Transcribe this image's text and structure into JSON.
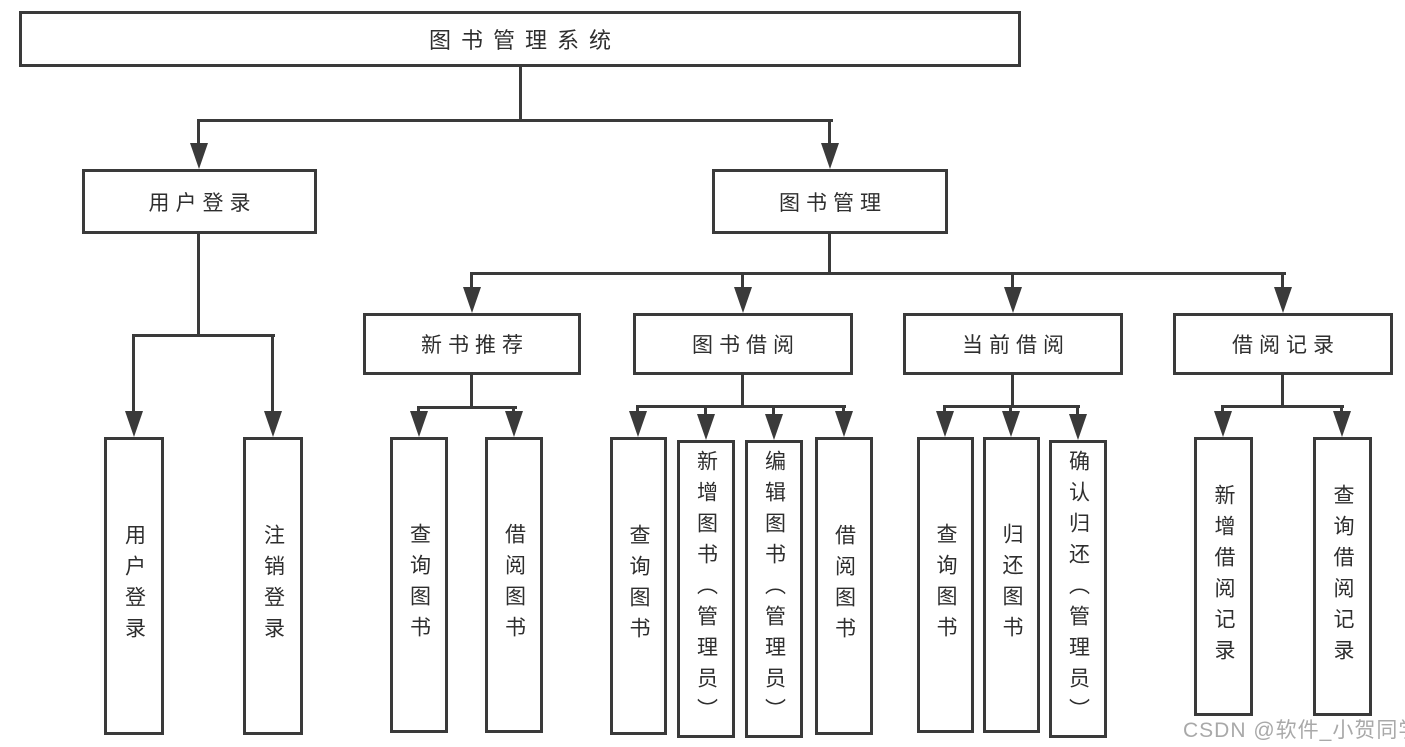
{
  "title": "图书管理系统",
  "watermark": "CSDN @软件_小贺同学",
  "colors": {
    "line": "#3a3a3a",
    "box_border": "#3a3a3a",
    "text": "#2e2e2e",
    "background": "#ffffff",
    "watermark": "#a9a9a9"
  },
  "nodes": {
    "root": {
      "label": "图书管理系统"
    },
    "user_login": {
      "label": "用户登录"
    },
    "book_mgmt": {
      "label": "图书管理"
    },
    "new_book_rec": {
      "label": "新书推荐"
    },
    "book_borrow": {
      "label": "图书借阅"
    },
    "current_borrow": {
      "label": "当前借阅"
    },
    "borrow_record": {
      "label": "借阅记录"
    },
    "leaf_user_login": {
      "label": "用户登录"
    },
    "leaf_logout": {
      "label": "注销登录"
    },
    "leaf_query_book_rec": {
      "label": "查询图书"
    },
    "leaf_borrow_book_rec": {
      "label": "借阅图书"
    },
    "leaf_query_book_borrow": {
      "label": "查询图书"
    },
    "leaf_add_book": {
      "label": "新增图书（管理员）"
    },
    "leaf_edit_book": {
      "label": "编辑图书（管理员）"
    },
    "leaf_borrow_book": {
      "label": "借阅图书"
    },
    "leaf_query_book_current": {
      "label": "查询图书"
    },
    "leaf_return_book": {
      "label": "归还图书"
    },
    "leaf_confirm_return": {
      "label": "确认归还（管理员）"
    },
    "leaf_add_record": {
      "label": "新增借阅记录"
    },
    "leaf_query_record": {
      "label": "查询借阅记录"
    }
  },
  "hierarchy": [
    {
      "parent": "图书管理系统",
      "children": [
        "用户登录",
        "图书管理"
      ]
    },
    {
      "parent": "用户登录",
      "children": [
        "用户登录",
        "注销登录"
      ]
    },
    {
      "parent": "图书管理",
      "children": [
        "新书推荐",
        "图书借阅",
        "当前借阅",
        "借阅记录"
      ]
    },
    {
      "parent": "新书推荐",
      "children": [
        "查询图书",
        "借阅图书"
      ]
    },
    {
      "parent": "图书借阅",
      "children": [
        "查询图书",
        "新增图书（管理员）",
        "编辑图书（管理员）",
        "借阅图书"
      ]
    },
    {
      "parent": "当前借阅",
      "children": [
        "查询图书",
        "归还图书",
        "确认归还（管理员）"
      ]
    },
    {
      "parent": "借阅记录",
      "children": [
        "新增借阅记录",
        "查询借阅记录"
      ]
    }
  ]
}
